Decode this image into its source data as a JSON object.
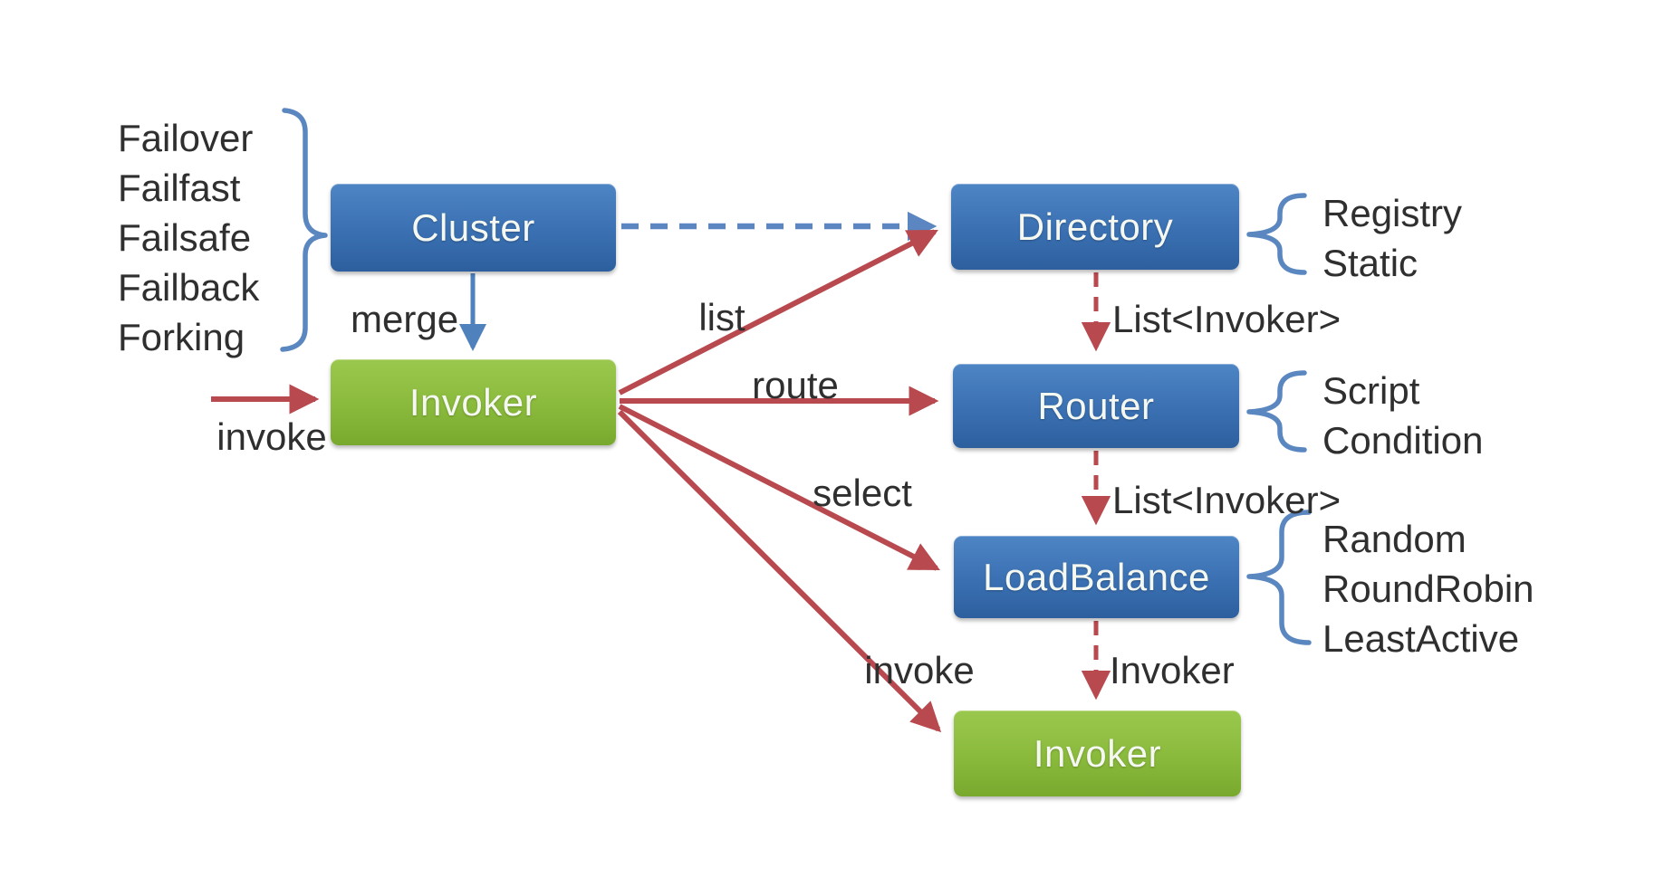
{
  "colors": {
    "box-blue-light": "#4e85c4",
    "box-blue-dark": "#2d5f9e",
    "box-green-light": "#9ac84e",
    "box-green-dark": "#78a92e",
    "arrow-red": "#b8494f",
    "arrow-blue": "#4f81bd",
    "dash-blue": "#5b86c2",
    "brace-blue": "#5b87c0",
    "text-dark": "#2f2f2f",
    "box-text": "#f5f8f0",
    "bg": "#ffffff"
  },
  "nodes": {
    "cluster": "Cluster",
    "invoker_left": "Invoker",
    "directory": "Directory",
    "router": "Router",
    "loadbalance": "LoadBalance",
    "invoker_bottom": "Invoker"
  },
  "annotations": {
    "cluster_strategies": [
      "Failover",
      "Failfast",
      "Failsafe",
      "Failback",
      "Forking"
    ],
    "directory_types": [
      "Registry",
      "Static"
    ],
    "router_types": [
      "Script",
      "Condition"
    ],
    "loadbalance_types": [
      "Random",
      "RoundRobin",
      "LeastActive"
    ]
  },
  "edge_labels": {
    "merge": "merge",
    "invoke_in": "invoke",
    "list": "list",
    "route": "route",
    "select": "select",
    "invoke_out": "invoke",
    "directory_to_router": "List<Invoker>",
    "router_to_loadbalance": "List<Invoker>",
    "loadbalance_to_invoker": "Invoker"
  }
}
